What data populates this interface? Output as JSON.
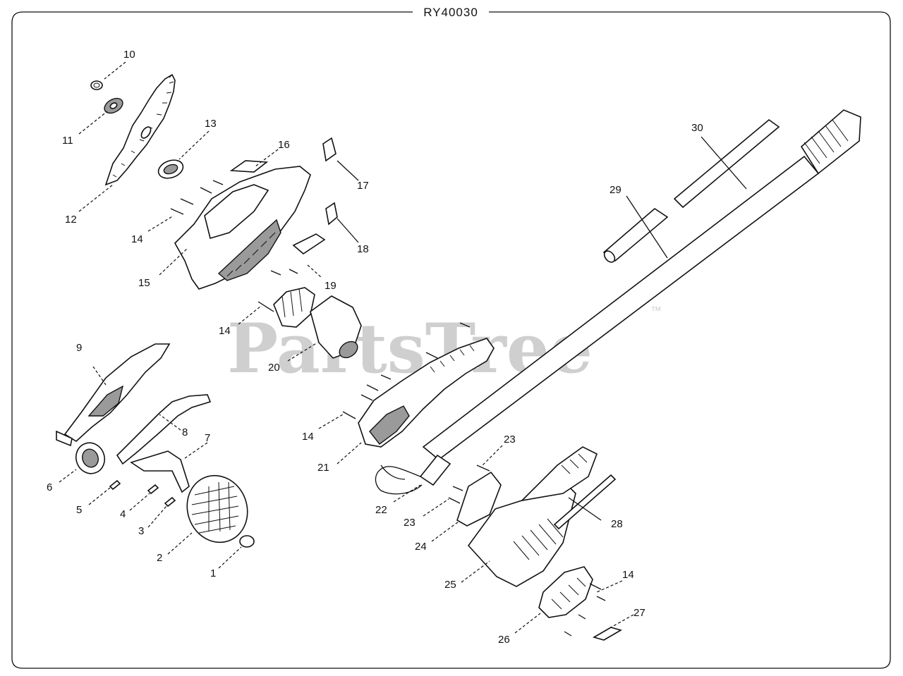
{
  "diagram": {
    "model": "RY40030",
    "watermark": "PartsTree",
    "watermark_tm": "™",
    "callouts": [
      {
        "id": "1",
        "label": "1"
      },
      {
        "id": "2",
        "label": "2"
      },
      {
        "id": "3",
        "label": "3"
      },
      {
        "id": "4",
        "label": "4"
      },
      {
        "id": "5",
        "label": "5"
      },
      {
        "id": "6",
        "label": "6"
      },
      {
        "id": "7",
        "label": "7"
      },
      {
        "id": "8",
        "label": "8"
      },
      {
        "id": "9",
        "label": "9"
      },
      {
        "id": "10",
        "label": "10"
      },
      {
        "id": "11",
        "label": "11"
      },
      {
        "id": "12",
        "label": "12"
      },
      {
        "id": "13",
        "label": "13"
      },
      {
        "id": "14a",
        "label": "14"
      },
      {
        "id": "15",
        "label": "15"
      },
      {
        "id": "16",
        "label": "16"
      },
      {
        "id": "17",
        "label": "17"
      },
      {
        "id": "18",
        "label": "18"
      },
      {
        "id": "19",
        "label": "19"
      },
      {
        "id": "14b",
        "label": "14"
      },
      {
        "id": "20",
        "label": "20"
      },
      {
        "id": "14c",
        "label": "14"
      },
      {
        "id": "21",
        "label": "21"
      },
      {
        "id": "22",
        "label": "22"
      },
      {
        "id": "23a",
        "label": "23"
      },
      {
        "id": "23b",
        "label": "23"
      },
      {
        "id": "24",
        "label": "24"
      },
      {
        "id": "25",
        "label": "25"
      },
      {
        "id": "26",
        "label": "26"
      },
      {
        "id": "14d",
        "label": "14"
      },
      {
        "id": "27",
        "label": "27"
      },
      {
        "id": "28",
        "label": "28"
      },
      {
        "id": "29",
        "label": "29"
      },
      {
        "id": "30",
        "label": "30"
      }
    ]
  }
}
